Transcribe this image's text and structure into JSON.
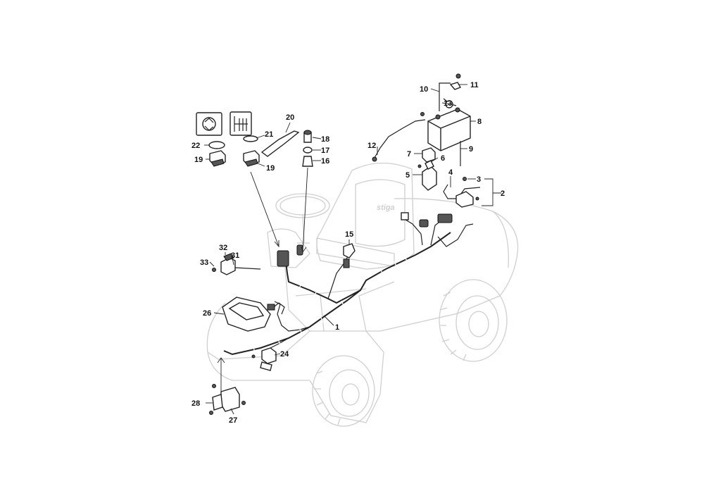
{
  "diagram": {
    "callouts": [
      {
        "id": "c1",
        "text": "1"
      },
      {
        "id": "c2",
        "text": "2"
      },
      {
        "id": "c3",
        "text": "3"
      },
      {
        "id": "c4",
        "text": "4"
      },
      {
        "id": "c5",
        "text": "5"
      },
      {
        "id": "c6",
        "text": "6"
      },
      {
        "id": "c7",
        "text": "7"
      },
      {
        "id": "c8",
        "text": "8"
      },
      {
        "id": "c9",
        "text": "9"
      },
      {
        "id": "c10",
        "text": "10"
      },
      {
        "id": "c11",
        "text": "11"
      },
      {
        "id": "c12",
        "text": "12"
      },
      {
        "id": "c13",
        "text": "13"
      },
      {
        "id": "c15",
        "text": "15"
      },
      {
        "id": "c16",
        "text": "16"
      },
      {
        "id": "c17",
        "text": "17"
      },
      {
        "id": "c18",
        "text": "18"
      },
      {
        "id": "c19a",
        "text": "19"
      },
      {
        "id": "c19b",
        "text": "19"
      },
      {
        "id": "c20",
        "text": "20"
      },
      {
        "id": "c21",
        "text": "21"
      },
      {
        "id": "c22",
        "text": "22"
      },
      {
        "id": "c24",
        "text": "24"
      },
      {
        "id": "c26",
        "text": "26"
      },
      {
        "id": "c27",
        "text": "27"
      },
      {
        "id": "c28",
        "text": "28"
      },
      {
        "id": "c31",
        "text": "31"
      },
      {
        "id": "c32",
        "text": "32"
      },
      {
        "id": "c33",
        "text": "33"
      }
    ],
    "logo_text": "stiga",
    "colors": {
      "outline": "#222222",
      "ghost": "#cfcfcf",
      "background": "#ffffff"
    }
  }
}
